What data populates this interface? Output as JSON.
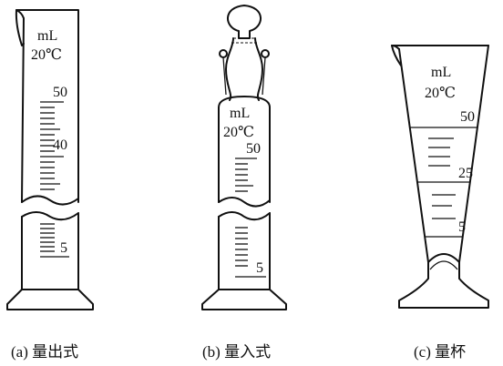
{
  "cylinder_a": {
    "unit": "mL",
    "temperature": "20℃",
    "mark_50": "50",
    "mark_40": "40",
    "mark_5": "5",
    "caption": "(a) 量出式"
  },
  "cylinder_b": {
    "unit": "mL",
    "temperature": "20℃",
    "mark_50": "50",
    "mark_5": "5",
    "caption": "(b) 量入式"
  },
  "beaker_c": {
    "unit": "mL",
    "temperature": "20℃",
    "mark_50": "50",
    "mark_25": "25",
    "mark_5": "5",
    "caption": "(c) 量杯"
  }
}
